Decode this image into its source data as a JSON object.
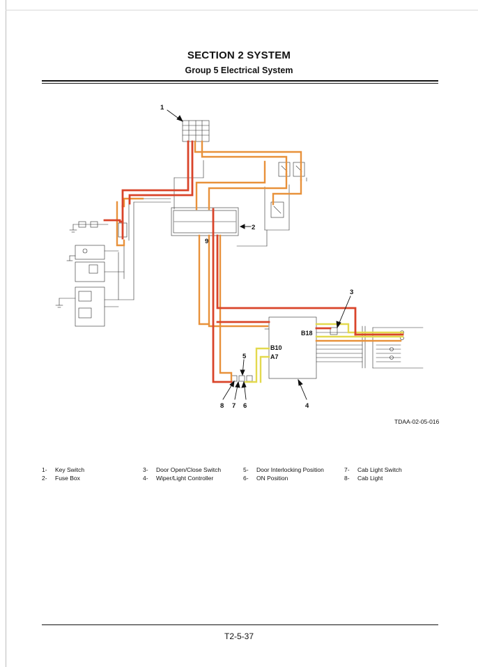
{
  "header": {
    "section": "SECTION 2 SYSTEM",
    "group": "Group 5 Electrical System"
  },
  "diagram": {
    "callouts": [
      "1",
      "2",
      "3",
      "4",
      "5",
      "6",
      "7",
      "8",
      "9"
    ],
    "connector_labels": [
      "B18",
      "B10",
      "A7"
    ],
    "wire_colors": {
      "red": "#d9442a",
      "orange": "#e8913a",
      "yellow": "#e3d94e",
      "black": "#2b2b2b"
    }
  },
  "figure_id": "TDAA-02-05-016",
  "legend": [
    {
      "num": "1-",
      "label": "Key Switch"
    },
    {
      "num": "2-",
      "label": "Fuse Box"
    },
    {
      "num": "3-",
      "label": "Door Open/Close Switch"
    },
    {
      "num": "4-",
      "label": "Wiper/Light Controller"
    },
    {
      "num": "5-",
      "label": "Door Interlocking Position"
    },
    {
      "num": "6-",
      "label": "ON Position"
    },
    {
      "num": "7-",
      "label": "Cab Light Switch"
    },
    {
      "num": "8-",
      "label": "Cab Light"
    }
  ],
  "footer": {
    "page": "T2-5-37"
  }
}
